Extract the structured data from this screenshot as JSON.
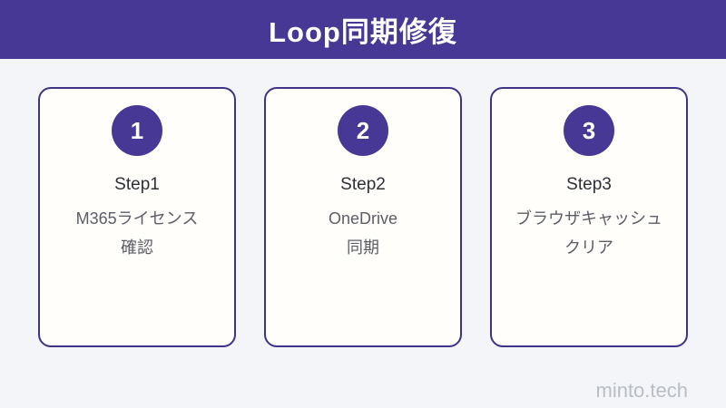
{
  "header": {
    "title": "Loop同期修復"
  },
  "steps": [
    {
      "number": "1",
      "label": "Step1",
      "description_line1": "M365ライセンス",
      "description_line2": "確認"
    },
    {
      "number": "2",
      "label": "Step2",
      "description_line1": "OneDrive",
      "description_line2": "同期"
    },
    {
      "number": "3",
      "label": "Step3",
      "description_line1": "ブラウザキャッシュ",
      "description_line2": "クリア"
    }
  ],
  "footer": {
    "watermark": "minto.tech"
  },
  "colors": {
    "primary_purple": "#463894",
    "card_border": "#3e3387",
    "page_background": "#f4f5f8",
    "card_background": "#fffefb",
    "step_label_text": "#2f2f36",
    "description_text": "#5d5d66",
    "watermark_text": "#b9bdc6",
    "header_text": "#ffffff"
  }
}
